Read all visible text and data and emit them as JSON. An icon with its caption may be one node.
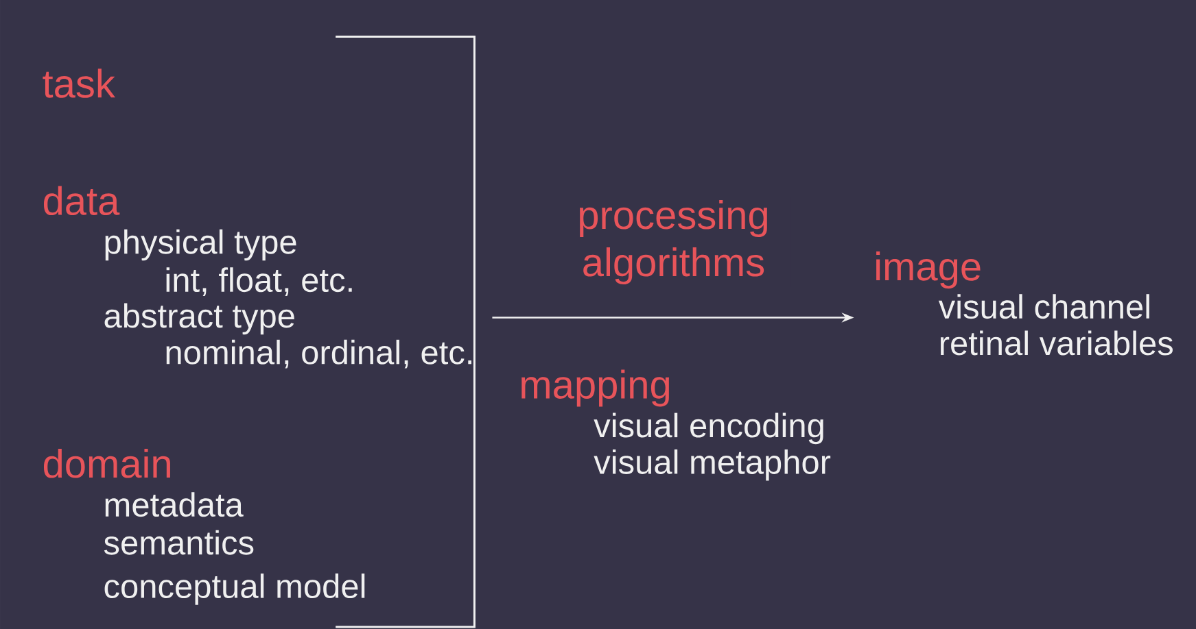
{
  "diagram": {
    "nodes": [
      {
        "text": [
          "task",
          "data",
          "physical type",
          "int, float, etc.",
          "abstract type",
          "nominal, ordinal, etc.",
          "domain",
          "metadata",
          "semantics",
          "conceptual model"
        ]
      },
      {
        "text": [
          "image",
          "visual channel",
          "retinal variables"
        ]
      }
    ],
    "edges": [
      {
        "from": 0,
        "to": 1,
        "arrow": "to",
        "label": "processing algorithms"
      }
    ],
    "labels": [
      "mapping",
      "visual encoding",
      "visual metaphor"
    ]
  }
}
